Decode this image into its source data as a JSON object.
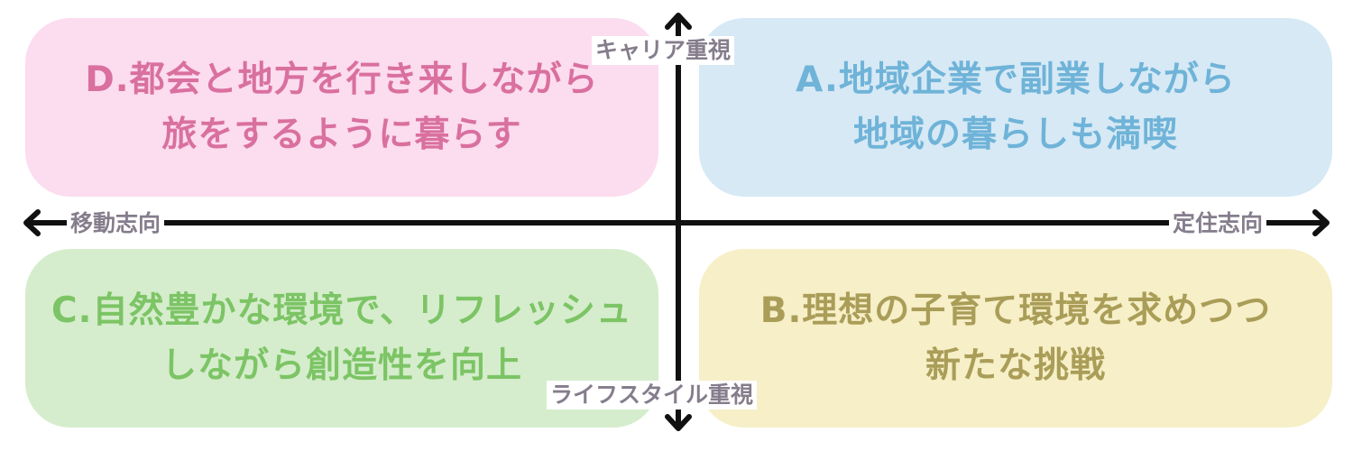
{
  "quadrants": {
    "d": {
      "line1": "D.都会と地方を行き来しながら",
      "line2": "旅をするように暮らす"
    },
    "a": {
      "line1": "A.地域企業で副業しながら",
      "line2": "地域の暮らしも満喫"
    },
    "c": {
      "line1": "C.自然豊かな環境で、リフレッシュ",
      "line2": "しながら創造性を向上"
    },
    "b": {
      "line1": "B.理想の子育て環境を求めつつ",
      "line2": "新たな挑戦"
    }
  },
  "axes": {
    "top": "キャリア重視",
    "bottom": "ライフスタイル重視",
    "left": "移動志向",
    "right": "定住志向"
  },
  "colors": {
    "d_bg": "#fcdcef",
    "d_text": "#d9709f",
    "a_bg": "#d6e9f5",
    "a_text": "#6fb3d8",
    "c_bg": "#d5edcc",
    "c_text": "#7cc465",
    "b_bg": "#f6efc7",
    "b_text": "#a99d58",
    "axis": "#111111",
    "axis_label": "#857d8c"
  }
}
